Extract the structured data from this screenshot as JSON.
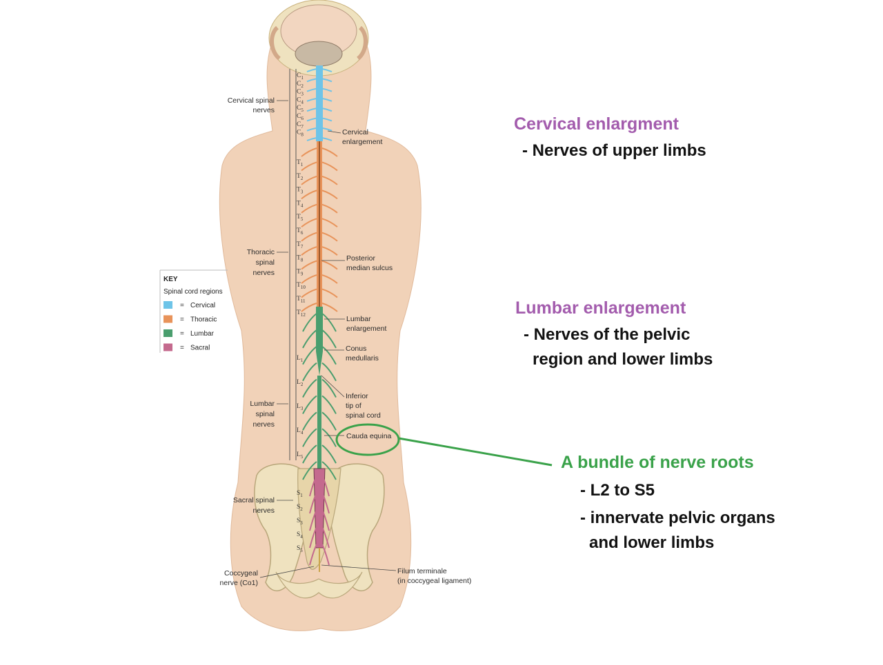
{
  "annotations": [
    {
      "key": "cervical_enlargement",
      "heading": "Cervical enlargment",
      "bullets": [
        "- Nerves of upper limbs"
      ]
    },
    {
      "key": "lumbar_enlargement",
      "heading": "Lumbar enlargement",
      "bullets": [
        "- Nerves of the pelvic",
        "region and lower limbs"
      ]
    },
    {
      "key": "cauda_equina",
      "heading": "A bundle of nerve roots",
      "bullets": [
        "- L2 to S5",
        "- innervate pelvic organs",
        "and lower limbs"
      ]
    }
  ],
  "colors": {
    "heading": "#a35cad",
    "highlight": "#3aa24a",
    "cervical": "#6ec4e8",
    "thoracic": "#e8935a",
    "lumbar": "#4a9e6e",
    "sacral": "#c46a8e",
    "skin": "#f1d2b8",
    "bone": "#efe2bf"
  },
  "key": {
    "title": "KEY",
    "subtitle": "Spinal cord regions",
    "items": [
      {
        "label": "Cervical",
        "color": "#6ec4e8"
      },
      {
        "label": "Thoracic",
        "color": "#e8935a"
      },
      {
        "label": "Lumbar",
        "color": "#4a9e6e"
      },
      {
        "label": "Sacral",
        "color": "#c46a8e"
      }
    ]
  },
  "left_labels": {
    "cervical": [
      "Cervical spinal",
      "nerves"
    ],
    "thoracic": [
      "Thoracic",
      "spinal",
      "nerves"
    ],
    "lumbar": [
      "Lumbar",
      "spinal",
      "nerves"
    ],
    "sacral": [
      "Sacral spinal",
      "nerves"
    ],
    "coccygeal": [
      "Coccygeal",
      "nerve (Co1)"
    ]
  },
  "right_labels": {
    "cervical_enlargement": [
      "Cervical",
      "enlargement"
    ],
    "posterior_median_sulcus": [
      "Posterior",
      "median sulcus"
    ],
    "lumbar_enlargement": [
      "Lumbar",
      "enlargement"
    ],
    "conus_medullaris": [
      "Conus",
      "medullaris"
    ],
    "inferior_tip": [
      "Inferior",
      "tip of",
      "spinal cord"
    ],
    "cauda_equina": [
      "Cauda equina"
    ],
    "filum_terminale": [
      "Filum terminale",
      "(in coccygeal ligament)"
    ]
  },
  "segments": {
    "cervical": [
      "C1",
      "C2",
      "C3",
      "C4",
      "C5",
      "C6",
      "C7",
      "C8"
    ],
    "thoracic": [
      "T1",
      "T2",
      "T3",
      "T4",
      "T5",
      "T6",
      "T7",
      "T8",
      "T9",
      "T10",
      "T11",
      "T12"
    ],
    "lumbar": [
      "L1",
      "L2",
      "L3",
      "L4",
      "L5"
    ],
    "sacral": [
      "S1",
      "S2",
      "S3",
      "S4",
      "S5"
    ]
  }
}
